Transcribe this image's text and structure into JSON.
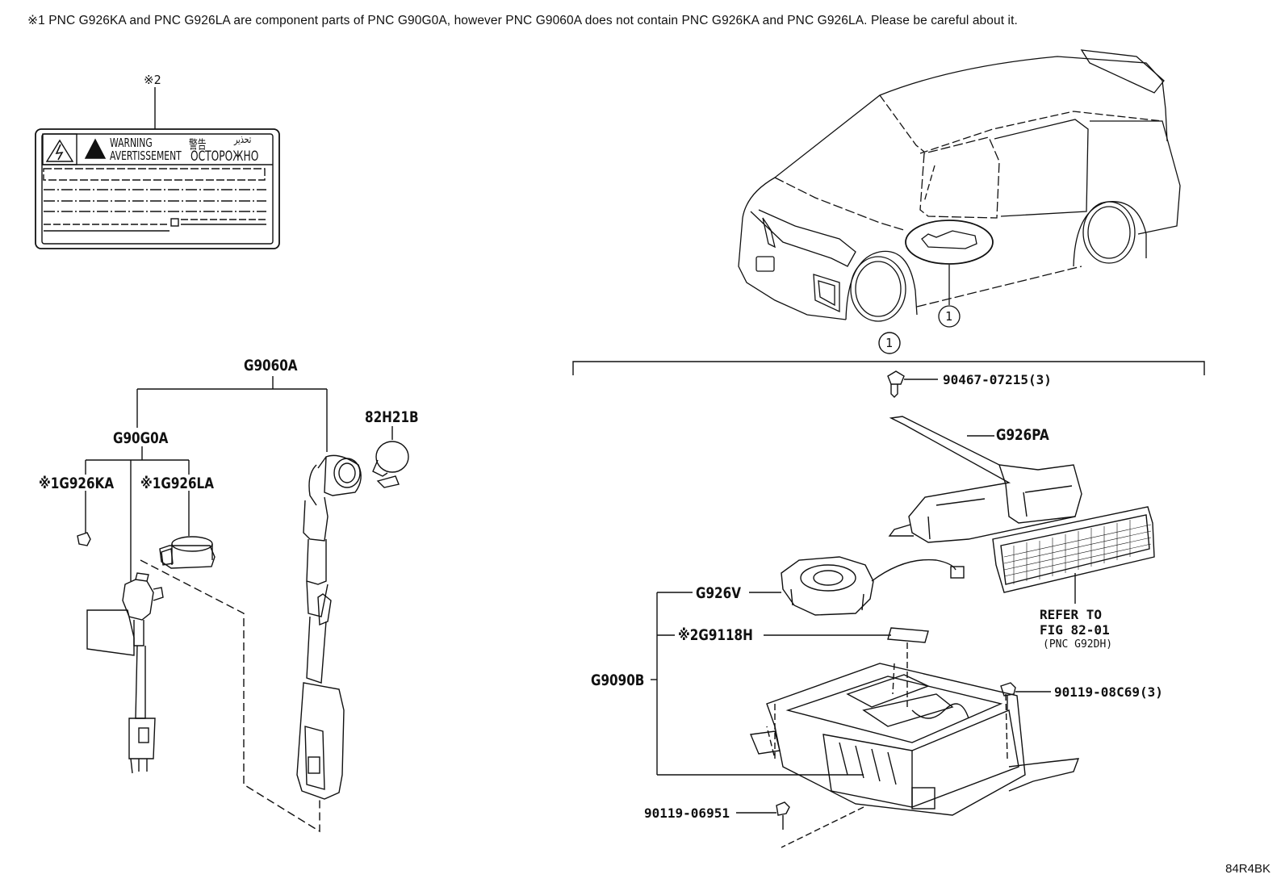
{
  "note": "※1 PNC G926KA and PNC G926LA are component parts of PNC G90G0A, however PNC G9060A does not contain PNC G926KA and PNC G926LA. Please be careful about it.",
  "label_sticker": {
    "marker": "※2",
    "line1": "WARNING",
    "line2": "AVERTISSEMENT",
    "cjk": "警告",
    "arabic": "تحذير",
    "cyrillic": "ОСТОРОЖНО"
  },
  "parts": {
    "g9060a": "G9060A",
    "g90g0a": "G90G0A",
    "g926ka": "※1G926KA",
    "g926la": "※1G926LA",
    "p82h21b": "82H21B",
    "p90467": "90467-07215(3)",
    "g926pa": "G926PA",
    "g926v": "G926V",
    "g9118h": "※2G9118H",
    "g9090b": "G9090B",
    "p90119_08c69": "90119-08C69(3)",
    "p90119_06951": "90119-06951"
  },
  "refer": {
    "line1": "REFER TO",
    "line2": "FIG 82-01",
    "line3": "(PNC G92DH)"
  },
  "callout_1": "1",
  "illustration_code": "84R4BK"
}
